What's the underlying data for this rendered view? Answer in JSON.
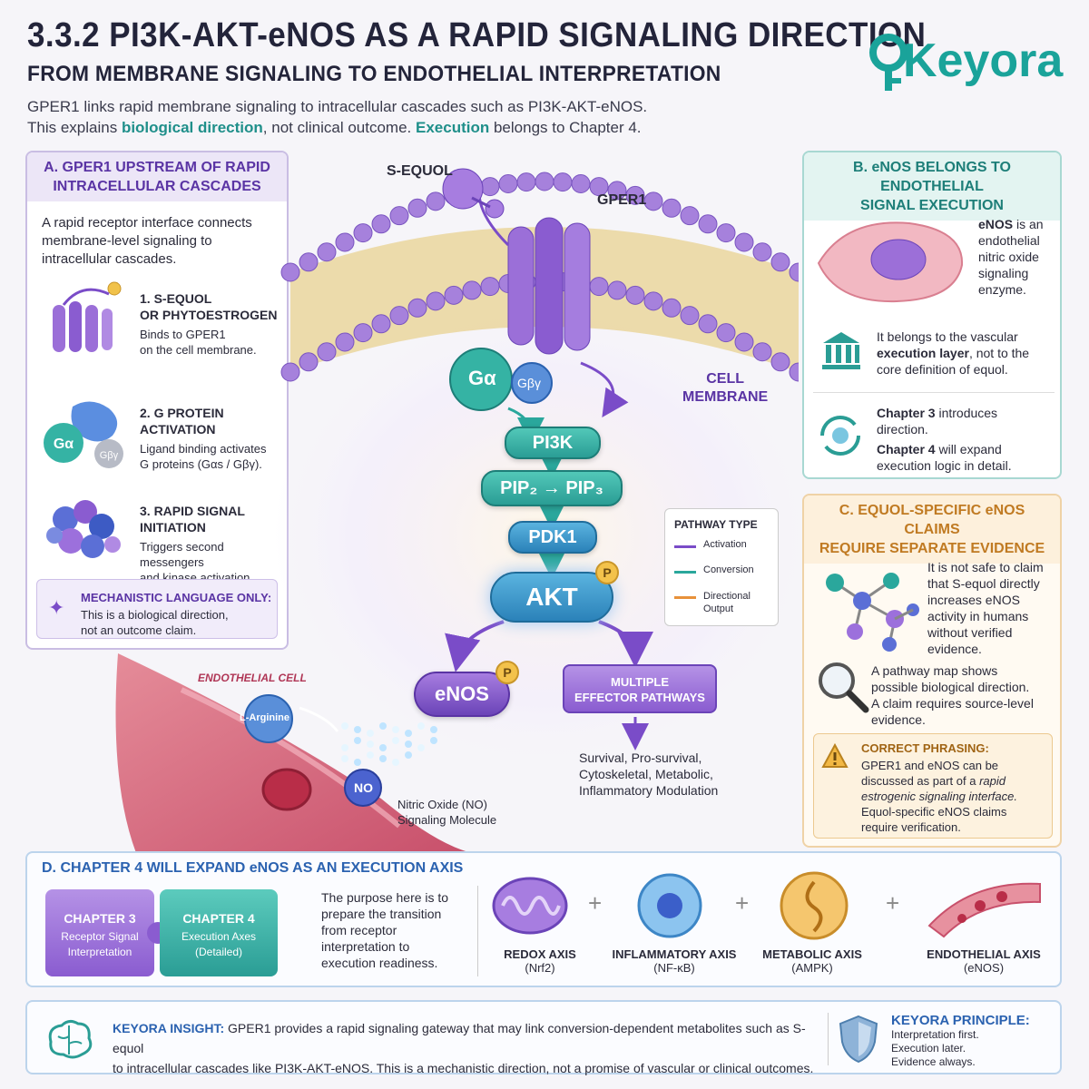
{
  "header": {
    "title": "3.3.2  PI3K-AKT-eNOS AS A RAPID SIGNALING DIRECTION",
    "subtitle": "FROM MEMBRANE SIGNALING TO ENDOTHELIAL INTERPRETATION",
    "intro_line1": "GPER1 links rapid membrane signaling to intracellular cascades such as PI3K-AKT-eNOS.",
    "intro_l2_a": "This explains ",
    "intro_l2_b": "biological direction",
    "intro_l2_c": ", not clinical outcome. ",
    "intro_l2_d": "Execution",
    "intro_l2_e": " belongs to Chapter 4.",
    "logo": "Keyora"
  },
  "panel_a": {
    "heading_1": "A. GPER1 UPSTREAM OF RAPID",
    "heading_2": "INTRACELLULAR CASCADES",
    "intro_1": "A rapid receptor interface connects",
    "intro_2": "membrane-level signaling to",
    "intro_3": "intracellular cascades.",
    "steps": [
      {
        "t1": "1. S-EQUOL",
        "t2": "OR PHYTOESTROGEN",
        "d1": "Binds to GPER1",
        "d2": "on the cell membrane."
      },
      {
        "t1": "2. G PROTEIN",
        "t2": "ACTIVATION",
        "d1": "Ligand binding activates",
        "d2": "G proteins (Gαs / Gβγ)."
      },
      {
        "t1": "3. RAPID SIGNAL",
        "t2": "INITIATION",
        "d1": "Triggers second messengers",
        "d2": "and kinase activation."
      }
    ],
    "note_title": "MECHANISTIC LANGUAGE ONLY:",
    "note_1": "This is a biological direction,",
    "note_2": "not an outcome claim.",
    "icon_ga": "Gα",
    "icon_gby": "Gβγ"
  },
  "diagram": {
    "s_equol": "S-EQUOL",
    "gper1": "GPER1",
    "ga": "Gα",
    "gby": "Gβγ",
    "cell_membrane_1": "CELL",
    "cell_membrane_2": "MEMBRANE",
    "pi3k": "PI3K",
    "pip": "PIP₂ → PIP₃",
    "pdk1": "PDK1",
    "akt": "AKT",
    "p": "P",
    "enos": "eNOS",
    "effector_1": "MULTIPLE",
    "effector_2": "EFFECTOR PATHWAYS",
    "effects_1": "Survival, Pro-survival,",
    "effects_2": "Cytoskeletal, Metabolic,",
    "effects_3": "Inflammatory Modulation",
    "endothelial_cell": "ENDOTHELIAL CELL",
    "l_arginine": "L-Arginine",
    "no": "NO",
    "no_label_1": "Nitric Oxide (NO)",
    "no_label_2": "Signaling Molecule",
    "legend_title": "PATHWAY TYPE",
    "legend": [
      "Activation",
      "Conversion",
      "Directional Output"
    ],
    "legend_colors": [
      "#7a4cc8",
      "#2aa79c",
      "#e8913a"
    ]
  },
  "panel_b": {
    "heading_1": "B. eNOS BELONGS TO ENDOTHELIAL",
    "heading_2": "SIGNAL EXECUTION",
    "enos_1": "eNOS",
    "enos_2": " is an",
    "enos_3": "endothelial",
    "enos_4": "nitric oxide",
    "enos_5": "signaling",
    "enos_6": "enzyme.",
    "exec_1": "It belongs to the vascular",
    "exec_2": "execution layer",
    "exec_3": ", not to the",
    "exec_4": "core definition of equol.",
    "ch3_a": "Chapter 3",
    "ch3_b": " introduces",
    "ch3_c": "direction.",
    "ch4_a": "Chapter 4",
    "ch4_b": " will expand",
    "ch4_c": "execution logic in detail."
  },
  "panel_c": {
    "heading_1": "C. EQUOL-SPECIFIC eNOS CLAIMS",
    "heading_2": "REQUIRE SEPARATE EVIDENCE",
    "claim": [
      "It is not safe to claim",
      "that S-equol directly",
      "increases eNOS",
      "activity in humans",
      "without verified",
      "evidence."
    ],
    "map": [
      "A pathway map shows",
      "possible biological direction.",
      "A claim requires source-level",
      "evidence."
    ],
    "phrasing_title": "CORRECT PHRASING:",
    "phrasing_1": "GPER1 and eNOS can be",
    "phrasing_2a": "discussed as part of a ",
    "phrasing_2b": "rapid",
    "phrasing_3": "estrogenic signaling interface.",
    "phrasing_4": "Equol-specific eNOS claims",
    "phrasing_5": "require verification."
  },
  "panel_d": {
    "heading": "D. CHAPTER 4 WILL EXPAND eNOS AS AN EXECUTION AXIS",
    "ch3_t": "CHAPTER 3",
    "ch3_1": "Receptor Signal",
    "ch3_2": "Interpretation",
    "ch4_t": "CHAPTER 4",
    "ch4_1": "Execution Axes",
    "ch4_2": "(Detailed)",
    "purpose": [
      "The purpose here is to",
      "prepare the transition",
      "from receptor",
      "interpretation to",
      "execution readiness."
    ],
    "plus": "+",
    "axes": [
      {
        "name": "REDOX AXIS",
        "sub": "(Nrf2)"
      },
      {
        "name": "INFLAMMATORY AXIS",
        "sub": "(NF-κB)"
      },
      {
        "name": "METABOLIC AXIS",
        "sub": "(AMPK)"
      },
      {
        "name": "ENDOTHELIAL AXIS",
        "sub": "(eNOS)"
      }
    ]
  },
  "footer": {
    "insight_label": "KEYORA INSIGHT:",
    "insight_1": "  GPER1 provides a rapid signaling gateway that may link conversion-dependent metabolites such as S-equol",
    "insight_2": "to intracellular cascades like PI3K-AKT-eNOS. This is a mechanistic direction, not a promise of vascular or clinical outcomes.",
    "principle_title": "KEYORA PRINCIPLE:",
    "principle_1": "Interpretation first.",
    "principle_2": "Execution later.",
    "principle_3": "Evidence always."
  },
  "colors": {
    "accent_teal": "#1f8f8a",
    "accent_purple": "#6b44b8",
    "accent_orange": "#d68a2a"
  }
}
